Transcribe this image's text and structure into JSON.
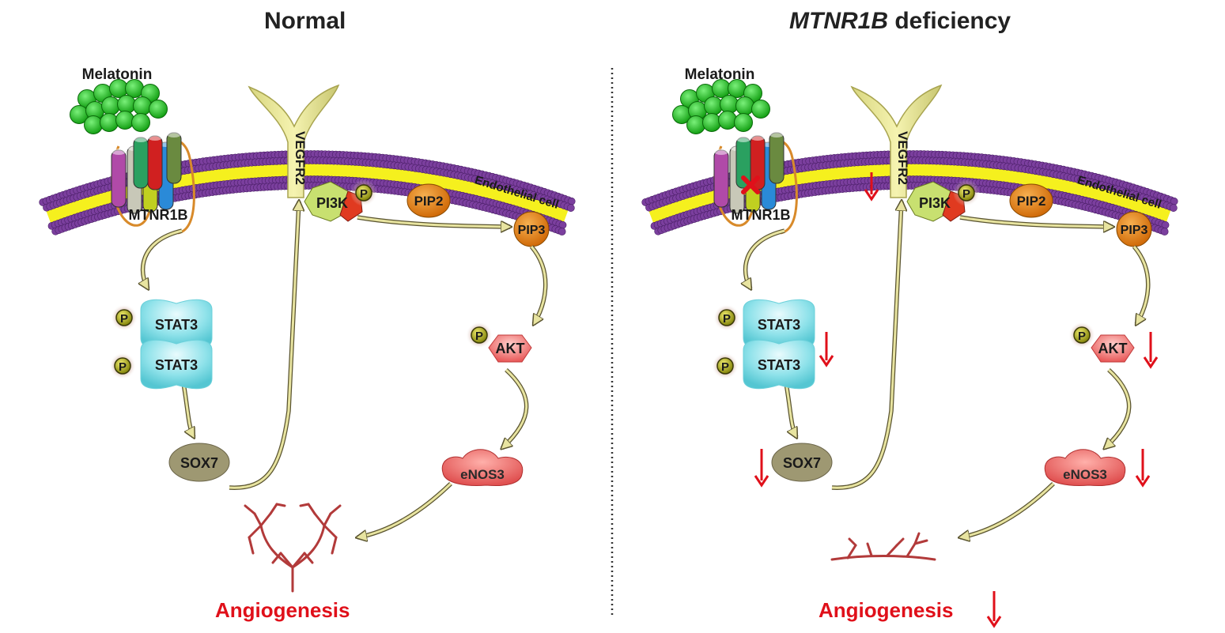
{
  "panels": {
    "normal": {
      "title": "Normal",
      "melatonin": "Melatonin",
      "receptor": "MTNR1B",
      "vegfr2": "VEGFR2",
      "endothelial": "Endothelial cell",
      "pi3k": "PI3K",
      "pip2": "PIP2",
      "pip3": "PIP3",
      "stat3_a": "STAT3",
      "stat3_b": "STAT3",
      "sox7": "SOX7",
      "akt": "AKT",
      "enos3": "eNOS3",
      "outcome": "Angiogenesis"
    },
    "deficiency": {
      "title_italic": "MTNR1B",
      "title_rest": " deficiency",
      "melatonin": "Melatonin",
      "receptor": "MTNR1B",
      "vegfr2": "VEGFR2",
      "endothelial": "Endothelial cell",
      "pi3k": "PI3K",
      "pip2": "PIP2",
      "pip3": "PIP3",
      "stat3_a": "STAT3",
      "stat3_b": "STAT3",
      "sox7": "SOX7",
      "akt": "AKT",
      "enos3": "eNOS3",
      "outcome": "Angiogenesis"
    }
  },
  "phospho_label": "P",
  "colors": {
    "arrow": "#e0101a",
    "membrane_head": "#7b3f9e",
    "membrane_core": "#f5f01e",
    "stat3": "#7fdde6",
    "sox7": "#9e9872",
    "akt": "#f07070",
    "pip": "#e07a10",
    "melatonin": "#22c322",
    "vessel": "#b23a3a"
  }
}
